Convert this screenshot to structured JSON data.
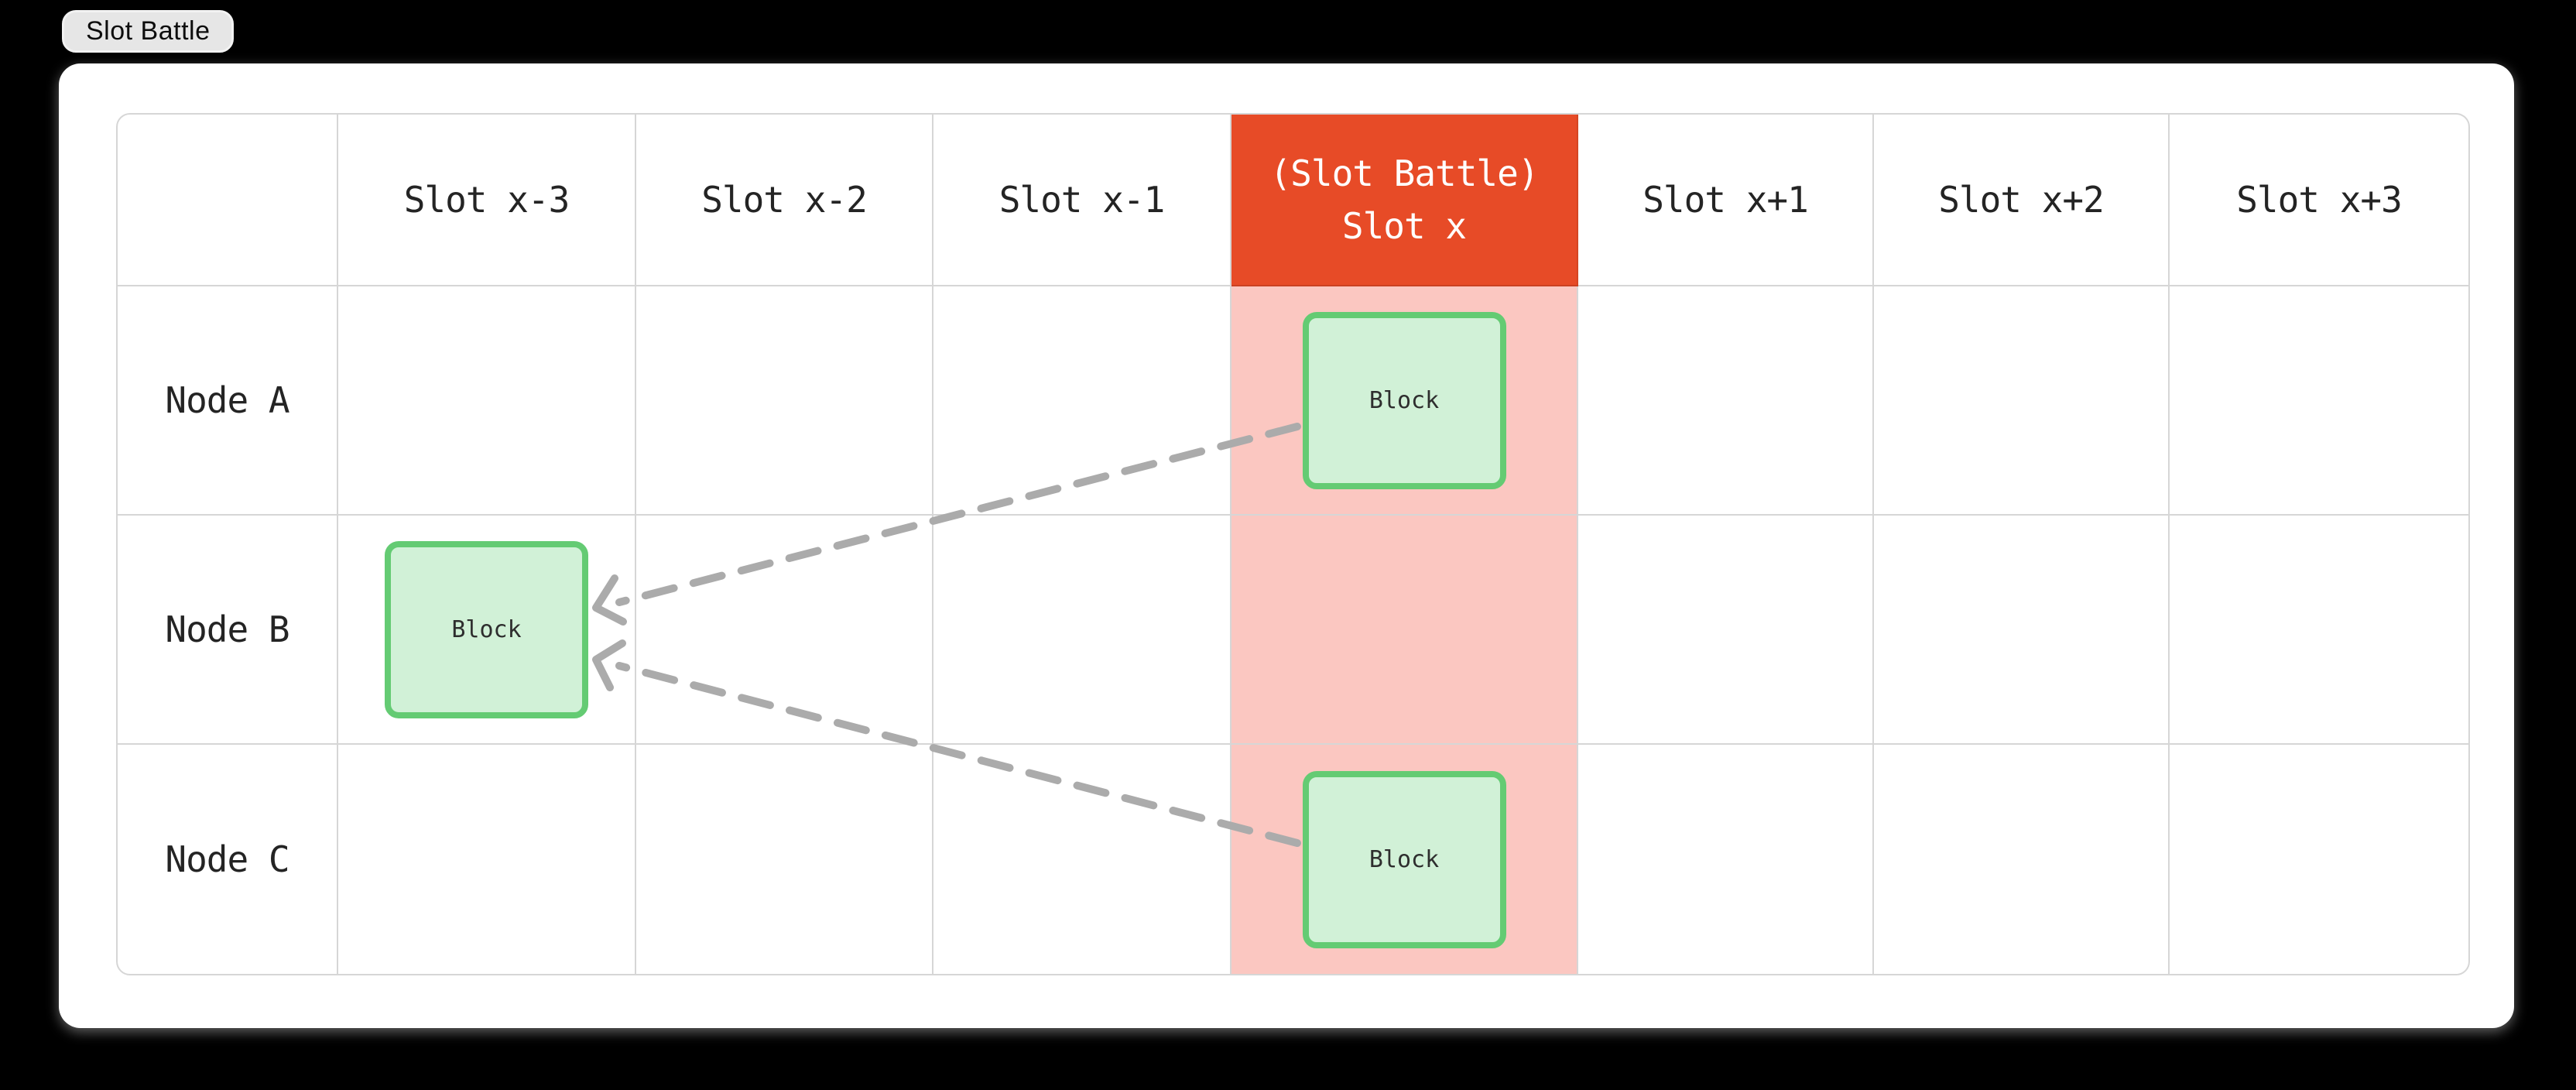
{
  "tab": {
    "label": "Slot Battle"
  },
  "table": {
    "columns": [
      {
        "label": ""
      },
      {
        "label": "Slot x-3"
      },
      {
        "label": "Slot x-2"
      },
      {
        "label": "Slot x-1"
      },
      {
        "headline": "(Slot Battle)",
        "label": "Slot x",
        "highlighted": true
      },
      {
        "label": "Slot x+1"
      },
      {
        "label": "Slot x+2"
      },
      {
        "label": "Slot x+3"
      }
    ],
    "rows": [
      {
        "label": "Node A",
        "block": {
          "column": "Slot x",
          "label": "Block"
        }
      },
      {
        "label": "Node B",
        "block": {
          "column": "Slot x-3",
          "label": "Block"
        }
      },
      {
        "label": "Node C",
        "block": {
          "column": "Slot x",
          "label": "Block"
        }
      }
    ]
  },
  "arrows": [
    {
      "from": "node-a-block",
      "to": "node-b-block",
      "style": "dashed"
    },
    {
      "from": "node-c-block",
      "to": "node-b-block",
      "style": "dashed"
    }
  ],
  "colors": {
    "accent": "#E74B27",
    "accent-soft": "#FBC7C1",
    "block-border": "#64CB73",
    "block-bg": "#D1F1D7",
    "grid": "#D6D6D6",
    "arrow": "#ABABAB",
    "tab-bg": "#E6E6E6",
    "tab-border": "#F2F2F2",
    "card-bg": "#FFFFFF",
    "header-text": "#242424",
    "block-text": "#2E2E2E",
    "hl-text": "#FFFFFF"
  }
}
